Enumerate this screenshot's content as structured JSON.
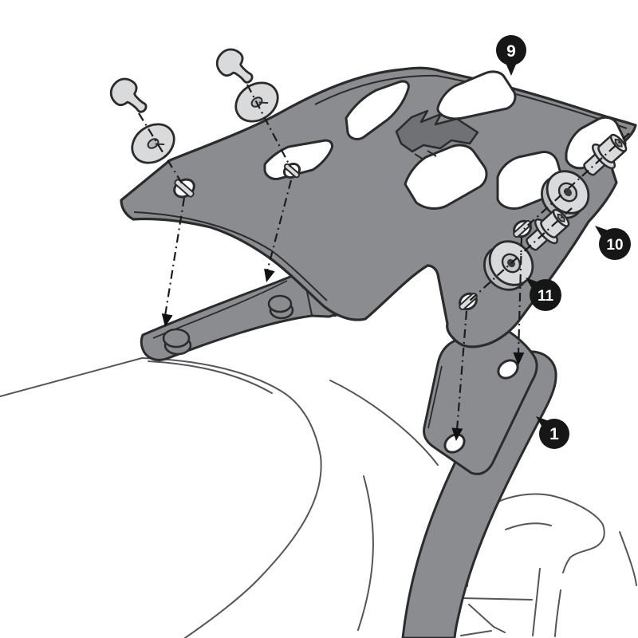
{
  "diagram": {
    "type": "exploded-assembly-instructions",
    "subject": "motorcycle rear luggage rack mounting kit",
    "callouts": [
      {
        "ref": "9",
        "part": "rack-plate"
      },
      {
        "ref": "10",
        "part": "socket-bolt-with-washer"
      },
      {
        "ref": "11",
        "part": "spacer-disc"
      },
      {
        "ref": "1",
        "part": "side-bracket-arm"
      }
    ],
    "colors": {
      "part_fill": "#8a8c8f",
      "part_fill_dark": "#6f7174",
      "hardware_fill": "#d9dadb",
      "hardware_shadow": "#b9babc",
      "outline": "#2b2b2b",
      "sketch_line": "#55565a",
      "callout_bg": "#161616",
      "callout_text": "#ffffff",
      "background": "#ffffff"
    }
  }
}
